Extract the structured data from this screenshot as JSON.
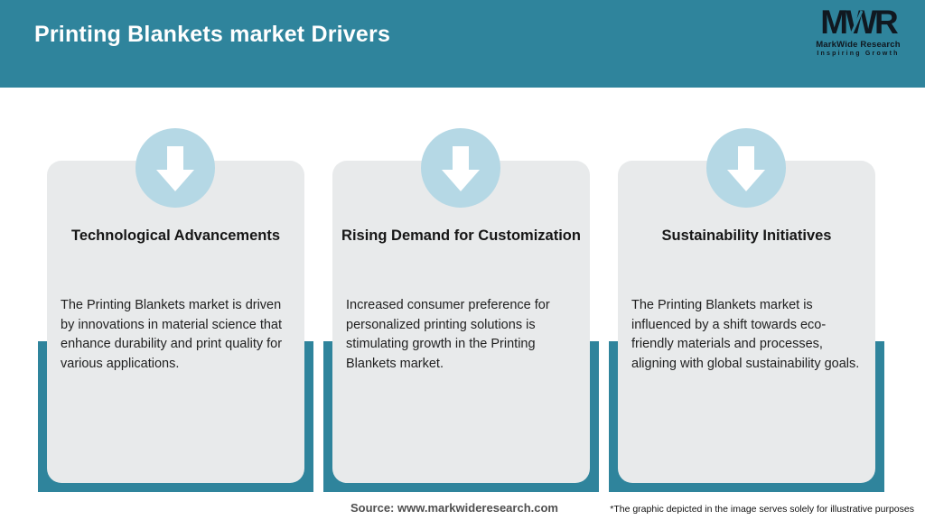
{
  "header": {
    "title": "Printing Blankets market Drivers",
    "logo": {
      "monogram": "MWR",
      "name": "MarkWide Research",
      "tagline": "Inspiring Growth"
    }
  },
  "cards": [
    {
      "title": "Technological Advancements",
      "body": "The Printing Blankets market is driven by innovations in material science that enhance durability and print quality for various applications."
    },
    {
      "title": "Rising Demand for Customization",
      "body": "Increased consumer preference for personalized printing solutions is stimulating growth in the Printing Blankets market."
    },
    {
      "title": "Sustainability Initiatives",
      "body": "The Printing Blankets market is influenced by a shift towards eco-friendly materials and processes, aligning with global sustainability goals."
    }
  ],
  "footer": {
    "source": "Source: www.markwideresearch.com",
    "disclaimer": "*The graphic depicted in the image serves solely for illustrative purposes"
  },
  "icons": {
    "card_icon": "down-arrow-icon"
  },
  "colors": {
    "teal": "#2F849C",
    "card_background": "#E8EAEB",
    "circle_blue": "#B5D8E5",
    "arrow": "#FFFFFF",
    "header_text": "#FFFFFF",
    "title_text": "#161616",
    "body_text": "#212121",
    "source_text": "#4F4F4F",
    "logo_text": "#101820"
  }
}
